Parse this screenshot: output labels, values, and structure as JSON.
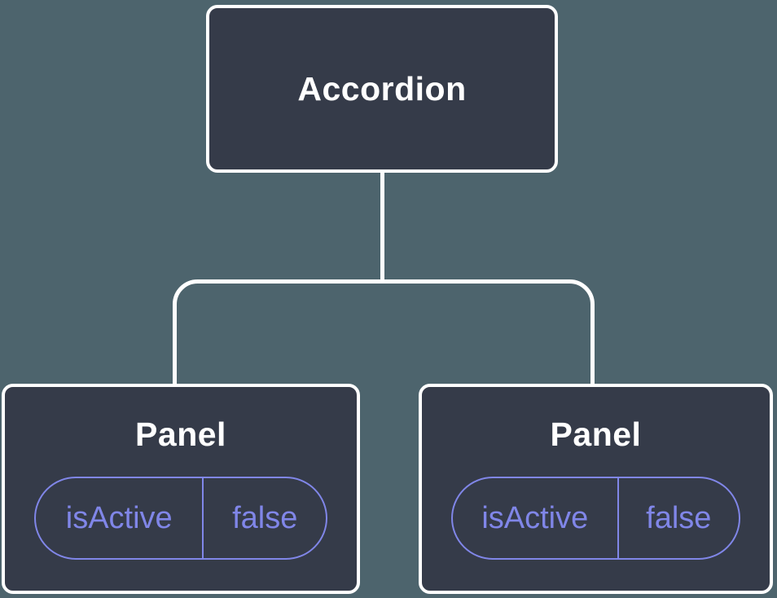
{
  "diagram": {
    "root": {
      "label": "Accordion"
    },
    "panels": [
      {
        "title": "Panel",
        "state": {
          "key": "isActive",
          "value": "false"
        }
      },
      {
        "title": "Panel",
        "state": {
          "key": "isActive",
          "value": "false"
        }
      }
    ],
    "colors": {
      "background": "#4d646d",
      "node_fill": "#353b49",
      "node_border": "#ffffff",
      "connector": "#ffffff",
      "state_accent": "#8086e8",
      "title_text": "#ffffff"
    }
  }
}
